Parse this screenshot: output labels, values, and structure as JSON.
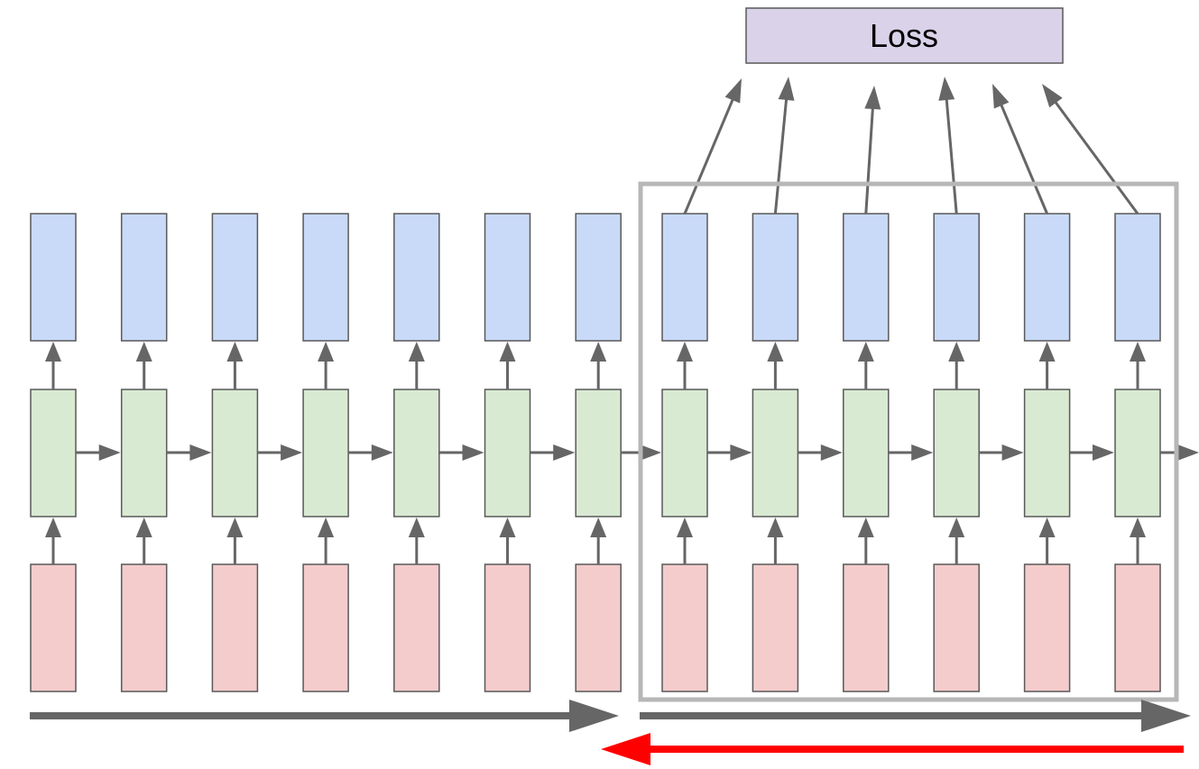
{
  "loss": {
    "label": "Loss"
  },
  "sequence": {
    "timesteps": 13,
    "window_start": 7
  },
  "colors": {
    "output_fill": "#c9daf8",
    "hidden_fill": "#d9ead3",
    "input_fill": "#f4cccc",
    "loss_fill": "#d9d2e9",
    "box_stroke": "#595959",
    "arrow": "#666666",
    "window_stroke": "#b7b7b7",
    "backward_arrow": "#ff0000"
  }
}
